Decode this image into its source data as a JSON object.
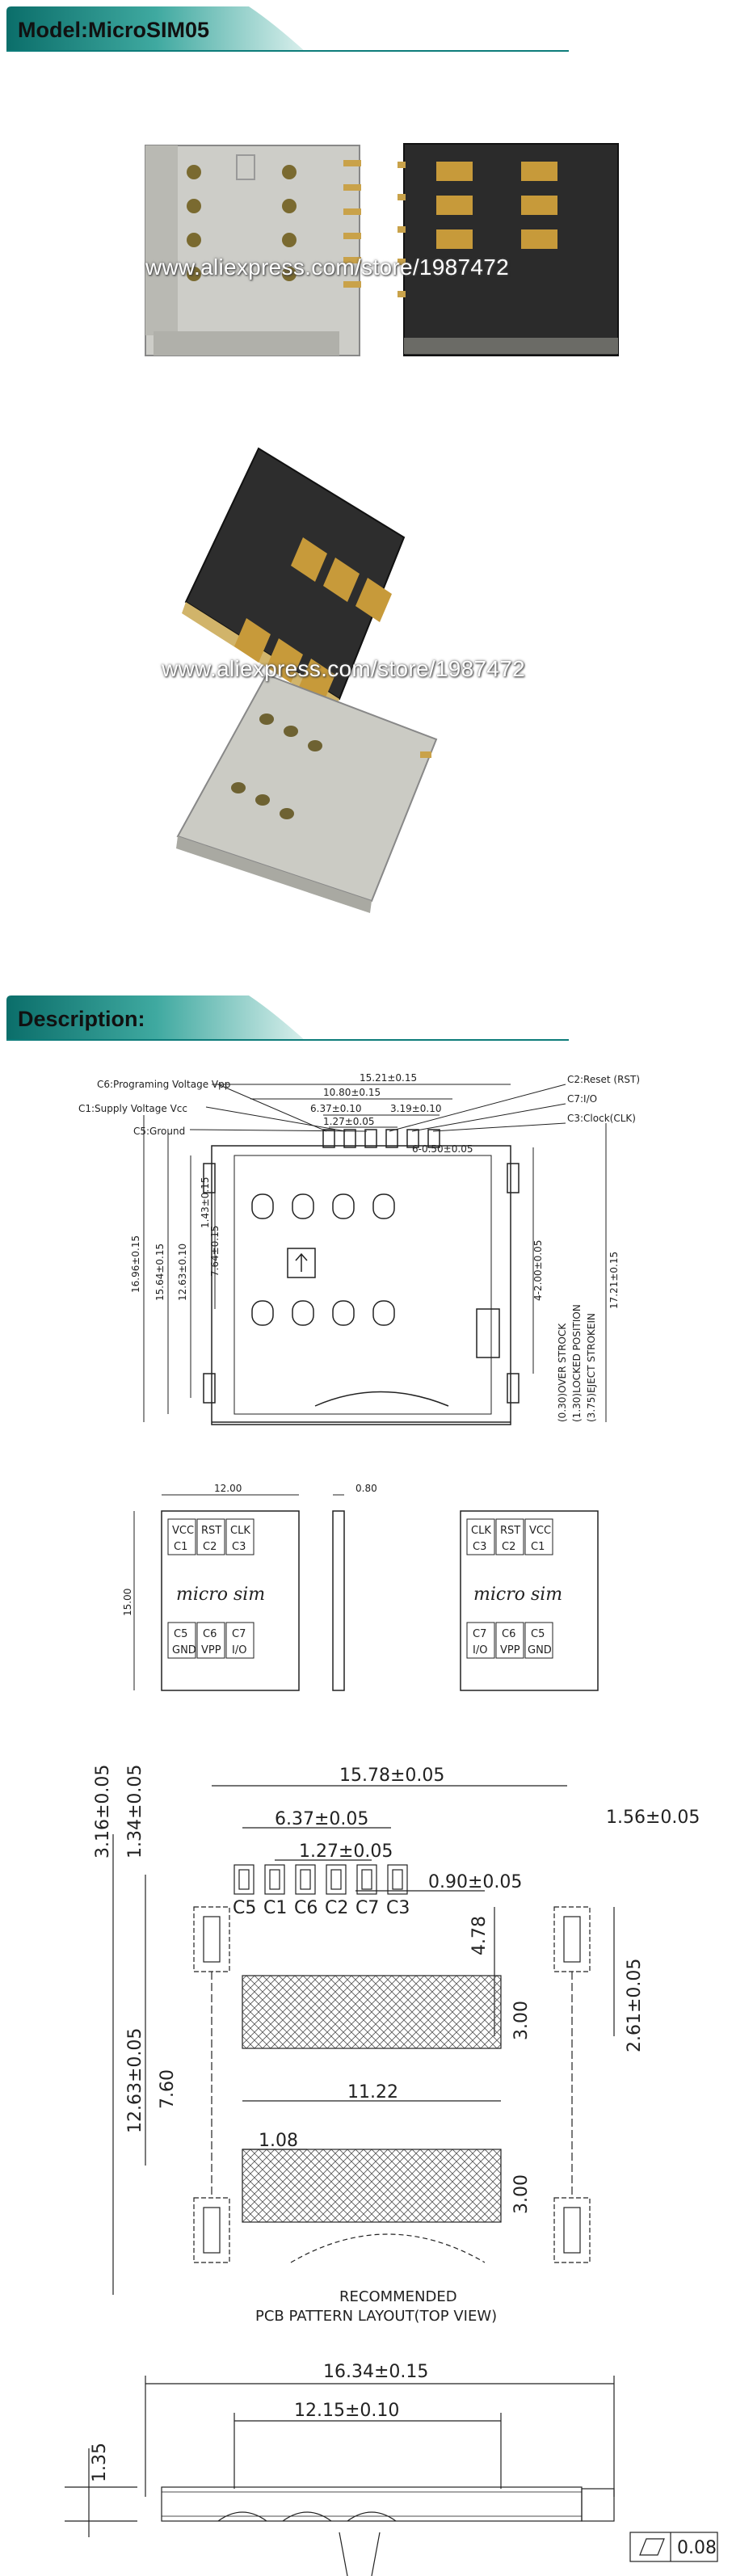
{
  "header": {
    "model_label": "Model:MicroSIM05"
  },
  "watermark": {
    "text": "www.aliexpress.com/store/1987472"
  },
  "description": {
    "label": "Description:"
  },
  "drawing1": {
    "callouts": [
      "C6:Programing Voltage Vpp",
      "C1:Supply Voltage Vcc",
      "C5:Ground",
      "C2:Reset (RST)",
      "C7:I/O",
      "C3:Clock(CLK)"
    ],
    "dims_top": [
      "15.21±0.15",
      "10.80±0.15",
      "6.37±0.10",
      "3.19±0.10",
      "1.27±0.05",
      "6-0.50±0.05"
    ],
    "dims_left": [
      "16.96±0.15",
      "15.64±0.15",
      "12.63±0.10",
      "7.64±0.15",
      "1.43±0.15"
    ],
    "dims_right": [
      "4-2.00±0.05",
      "17.21±0.15"
    ],
    "positions": [
      "(0.30)OVER STROCK",
      "(1.30)LOCKED POSITION",
      "(3.75)EJECT STROKEIN"
    ]
  },
  "drawing2": {
    "width": "12.00",
    "height": "15.00",
    "thickness": "0.80",
    "card_label": "micro sim",
    "left_card": [
      "VCC",
      "RST",
      "CLK",
      "C1",
      "C2",
      "C3",
      "C5",
      "C6",
      "C7",
      "GND",
      "VPP",
      "I/O"
    ],
    "right_card": [
      "CLK",
      "RST",
      "VCC",
      "C3",
      "C2",
      "C1",
      "C7",
      "C6",
      "C5",
      "I/O",
      "VPP",
      "GND"
    ]
  },
  "drawing3": {
    "dims": [
      "15.78±0.05",
      "6.37±0.05",
      "1.27±0.05",
      "0.90±0.05",
      "1.56±0.05",
      "3.16±0.05",
      "1.34±0.05",
      "4.78",
      "12.63±0.05",
      "7.60",
      "3.00",
      "2.61±0.05",
      "11.22",
      "1.08",
      "3.00"
    ],
    "pins": [
      "C5",
      "C1",
      "C6",
      "C2",
      "C7",
      "C3"
    ],
    "caption1": "RECOMMENDED",
    "caption2": "PCB PATTERN LAYOUT(TOP VIEW)"
  },
  "drawing4": {
    "dims": [
      "16.34±0.15",
      "12.15±0.10",
      "1.35"
    ],
    "flatness": "0.08"
  }
}
